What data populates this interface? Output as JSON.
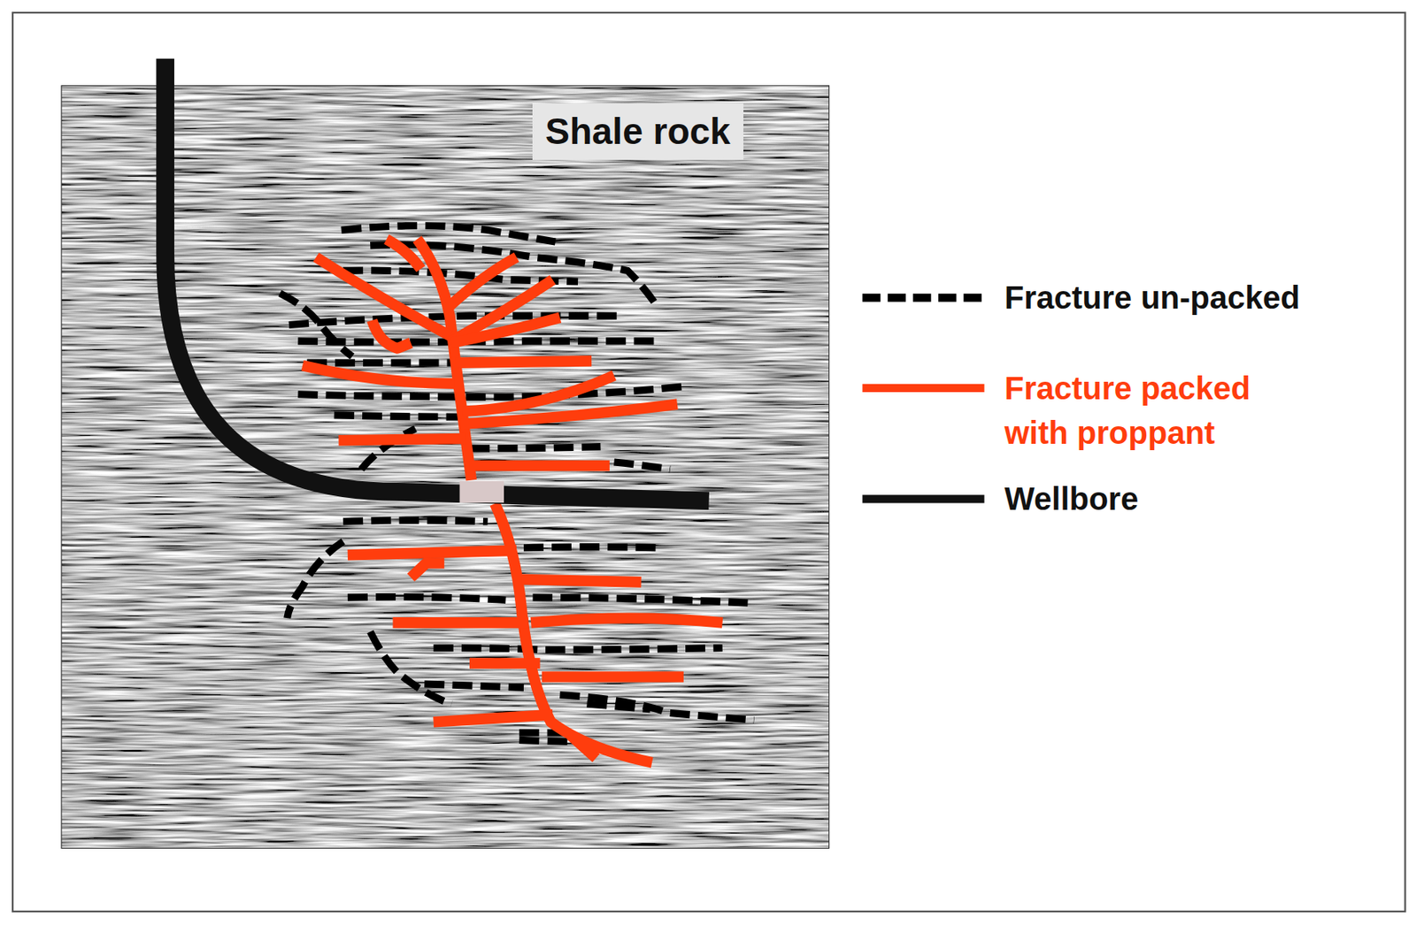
{
  "diagram": {
    "labels": [
      "Shale rock"
    ],
    "legend": [
      {
        "text": "Fracture un-packed"
      },
      {
        "text": "Fracture packed with proppant"
      },
      {
        "text": "Wellbore"
      }
    ]
  }
}
